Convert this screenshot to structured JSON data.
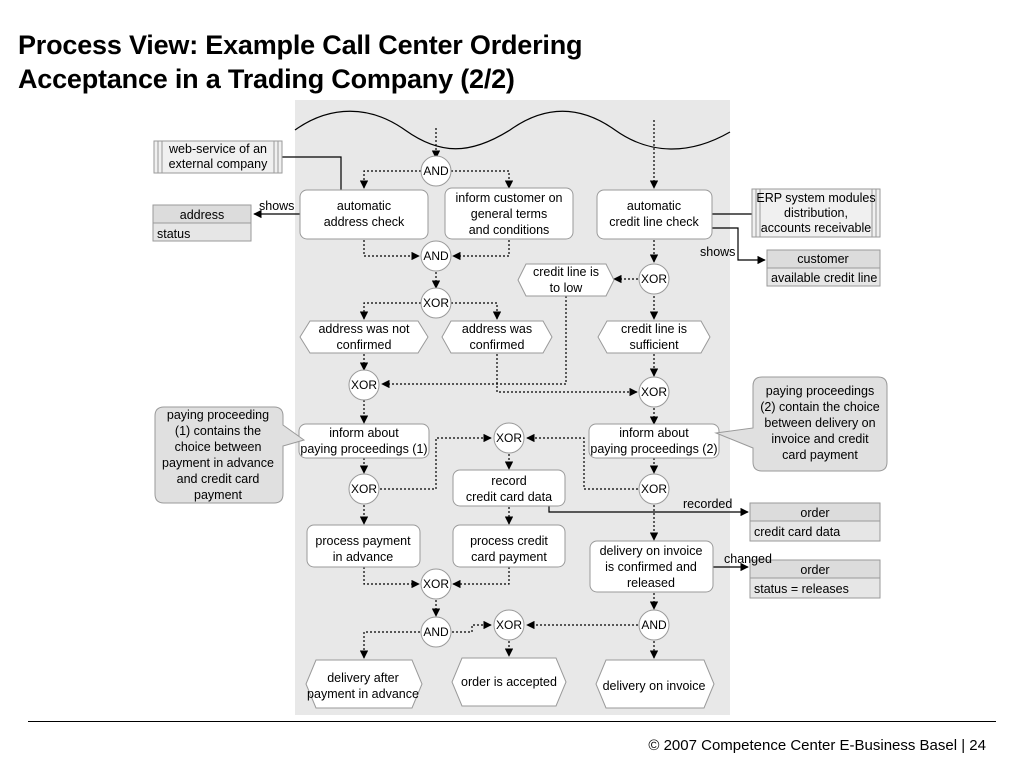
{
  "title": {
    "line1": "Process View: Example Call Center Ordering",
    "line2": "Acceptance in a Trading Company (2/2)"
  },
  "footer": "© 2007 Competence Center E-Business Basel |  24",
  "diagram": {
    "external_service": [
      "web-service of an",
      "external company"
    ],
    "erp_modules": [
      "ERP system modules",
      "distribution,",
      "accounts receivable"
    ],
    "functions": {
      "auto_address_check": [
        "automatic",
        "address check"
      ],
      "inform_terms": [
        "inform customer on",
        "general terms",
        "and conditions"
      ],
      "auto_credit_check": [
        "automatic",
        "credit line check"
      ],
      "inform_pay_1": [
        "inform about",
        "paying proceedings (1)"
      ],
      "record_cc": [
        "record",
        "credit card data"
      ],
      "inform_pay_2": [
        "inform about",
        "paying proceedings (2)"
      ],
      "process_advance": [
        "process payment",
        "in advance"
      ],
      "process_cc": [
        "process credit",
        "card payment"
      ],
      "delivery_confirmed": [
        "delivery on invoice",
        "is confirmed and",
        "released"
      ]
    },
    "events": {
      "credit_too_low": [
        "credit line is",
        "to low"
      ],
      "address_not_confirmed": [
        "address was not",
        "confirmed"
      ],
      "address_confirmed": [
        "address was",
        "confirmed"
      ],
      "credit_sufficient": [
        "credit line is",
        "sufficient"
      ],
      "delivery_after_advance": [
        "delivery after",
        "payment in advance"
      ],
      "order_accepted": [
        "order is accepted"
      ],
      "delivery_on_invoice": [
        "delivery on invoice"
      ]
    },
    "connectors": {
      "and": "AND",
      "xor": "XOR"
    },
    "data_objects": {
      "address_table": [
        "address",
        "status"
      ],
      "customer_table": [
        "customer",
        "available credit line"
      ],
      "order_cc_table": [
        "order",
        "credit card data"
      ],
      "order_status_table": [
        "order",
        "status = releases"
      ]
    },
    "edge_labels": {
      "shows1": "shows",
      "shows2": "shows",
      "recorded": "recorded",
      "changed": "changed"
    },
    "notes": {
      "paying_1": [
        "paying proceeding",
        "(1) contains the",
        "choice between",
        "payment in advance",
        "and credit card",
        "payment"
      ],
      "paying_2": [
        "paying proceedings",
        "(2) contain the choice",
        "between delivery on",
        "invoice and credit",
        "card payment"
      ]
    }
  }
}
